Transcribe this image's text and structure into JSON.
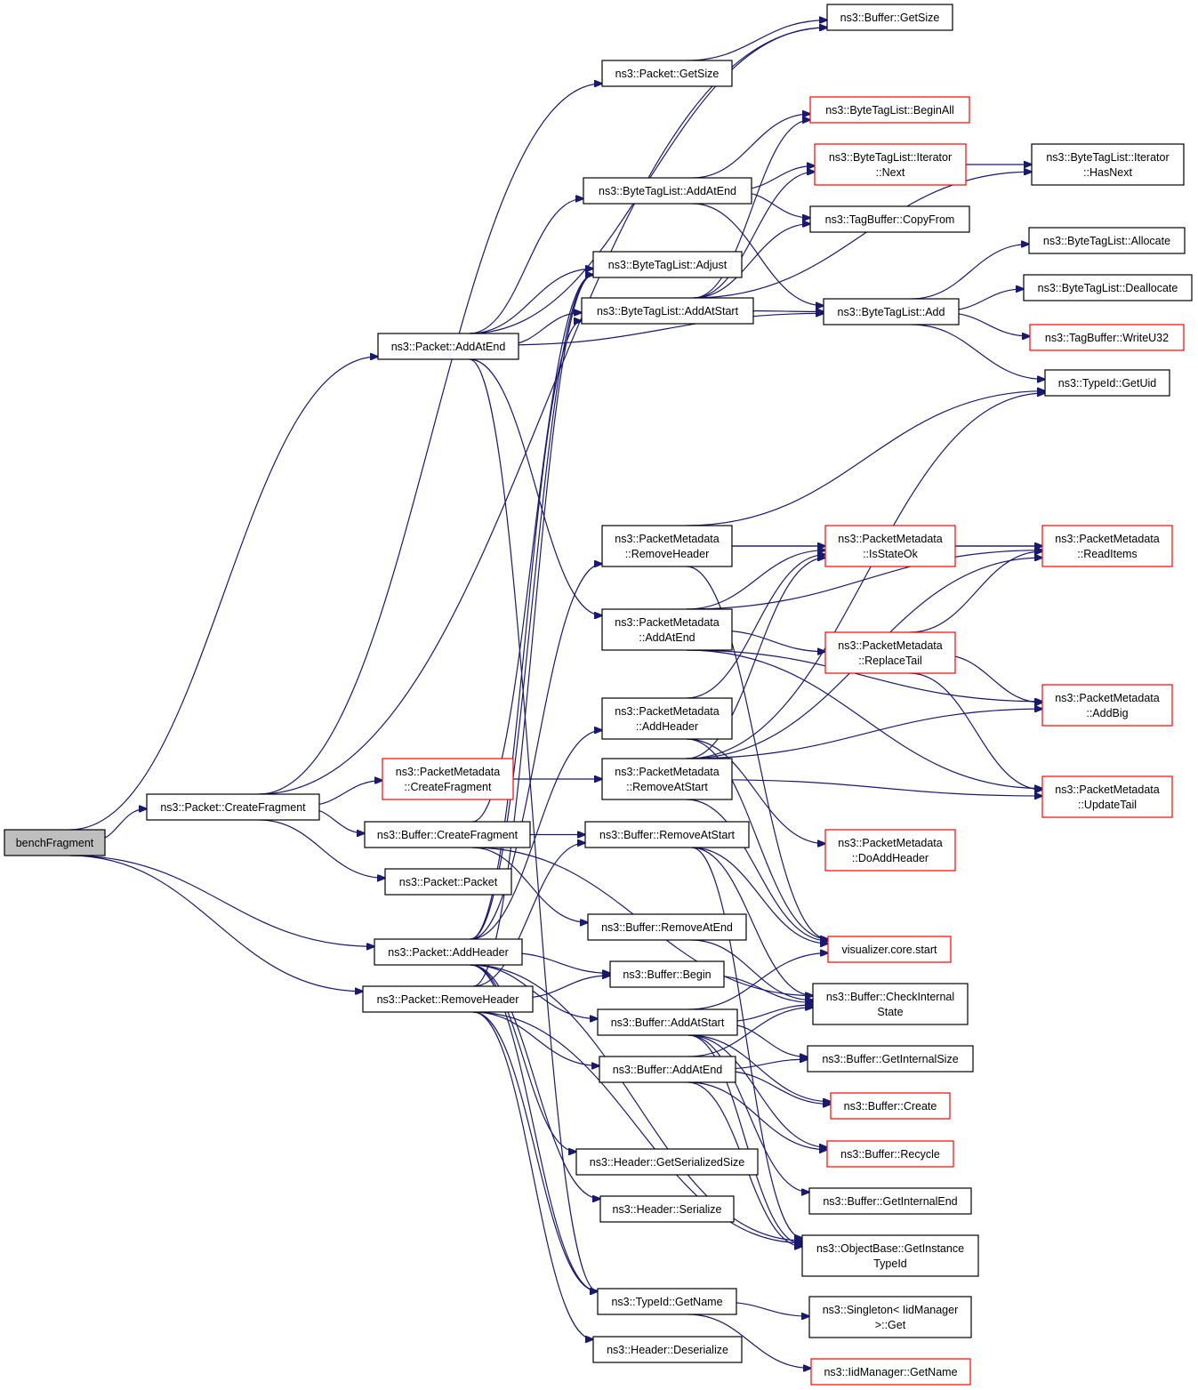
{
  "diagram": {
    "type": "call-graph",
    "colors": {
      "edge": "#191970",
      "truncated_border": "#ff0000",
      "root_fill": "#bfbfbf",
      "border": "#000000"
    },
    "nodes": [
      {
        "id": "bench",
        "lines": [
          "benchFragment"
        ],
        "root": true
      },
      {
        "id": "pkt_createfrag",
        "lines": [
          "ns3::Packet::CreateFragment"
        ]
      },
      {
        "id": "pkt_addatend",
        "lines": [
          "ns3::Packet::AddAtEnd"
        ]
      },
      {
        "id": "pkt_addheader",
        "lines": [
          "ns3::Packet::AddHeader"
        ]
      },
      {
        "id": "pkt_removeheader",
        "lines": [
          "ns3::Packet::RemoveHeader"
        ]
      },
      {
        "id": "pkt_getsize",
        "lines": [
          "ns3::Packet::GetSize"
        ]
      },
      {
        "id": "pm_createfrag",
        "lines": [
          "ns3::PacketMetadata",
          "::CreateFragment"
        ],
        "red": true
      },
      {
        "id": "buf_createfrag",
        "lines": [
          "ns3::Buffer::CreateFragment"
        ]
      },
      {
        "id": "pkt_packet",
        "lines": [
          "ns3::Packet::Packet"
        ]
      },
      {
        "id": "buf_getsize",
        "lines": [
          "ns3::Buffer::GetSize"
        ]
      },
      {
        "id": "btl_addatend",
        "lines": [
          "ns3::ByteTagList::AddAtEnd"
        ]
      },
      {
        "id": "btl_adjust",
        "lines": [
          "ns3::ByteTagList::Adjust"
        ]
      },
      {
        "id": "btl_addatstart",
        "lines": [
          "ns3::ByteTagList::AddAtStart"
        ]
      },
      {
        "id": "pm_removeheader",
        "lines": [
          "ns3::PacketMetadata",
          "::RemoveHeader"
        ]
      },
      {
        "id": "pm_addatend",
        "lines": [
          "ns3::PacketMetadata",
          "::AddAtEnd"
        ]
      },
      {
        "id": "pm_addheader",
        "lines": [
          "ns3::PacketMetadata",
          "::AddHeader"
        ]
      },
      {
        "id": "pm_removeatstart",
        "lines": [
          "ns3::PacketMetadata",
          "::RemoveAtStart"
        ]
      },
      {
        "id": "buf_removeatstart",
        "lines": [
          "ns3::Buffer::RemoveAtStart"
        ]
      },
      {
        "id": "buf_removeatend",
        "lines": [
          "ns3::Buffer::RemoveAtEnd"
        ]
      },
      {
        "id": "buf_begin",
        "lines": [
          "ns3::Buffer::Begin"
        ]
      },
      {
        "id": "buf_addatstart",
        "lines": [
          "ns3::Buffer::AddAtStart"
        ]
      },
      {
        "id": "buf_addatend",
        "lines": [
          "ns3::Buffer::AddAtEnd"
        ]
      },
      {
        "id": "hdr_getserialized",
        "lines": [
          "ns3::Header::GetSerializedSize"
        ]
      },
      {
        "id": "hdr_serialize",
        "lines": [
          "ns3::Header::Serialize"
        ]
      },
      {
        "id": "typeid_getname",
        "lines": [
          "ns3::TypeId::GetName"
        ]
      },
      {
        "id": "hdr_deserialize",
        "lines": [
          "ns3::Header::Deserialize"
        ]
      },
      {
        "id": "btl_beginall",
        "lines": [
          "ns3::ByteTagList::BeginAll"
        ],
        "red": true
      },
      {
        "id": "btl_iter_next",
        "lines": [
          "ns3::ByteTagList::Iterator",
          "::Next"
        ],
        "red": true
      },
      {
        "id": "tb_copyfrom",
        "lines": [
          "ns3::TagBuffer::CopyFrom"
        ]
      },
      {
        "id": "btl_add",
        "lines": [
          "ns3::ByteTagList::Add"
        ]
      },
      {
        "id": "pm_isstateok",
        "lines": [
          "ns3::PacketMetadata",
          "::IsStateOk"
        ],
        "red": true
      },
      {
        "id": "pm_replacetail",
        "lines": [
          "ns3::PacketMetadata",
          "::ReplaceTail"
        ],
        "red": true
      },
      {
        "id": "pm_doaddheader",
        "lines": [
          "ns3::PacketMetadata",
          "::DoAddHeader"
        ],
        "red": true
      },
      {
        "id": "viz_start",
        "lines": [
          "visualizer.core.start"
        ],
        "red": true
      },
      {
        "id": "buf_checkinternal",
        "lines": [
          "ns3::Buffer::CheckInternal",
          "State"
        ]
      },
      {
        "id": "buf_getinternalsize",
        "lines": [
          "ns3::Buffer::GetInternalSize"
        ]
      },
      {
        "id": "buf_create",
        "lines": [
          "ns3::Buffer::Create"
        ],
        "red": true
      },
      {
        "id": "buf_recycle",
        "lines": [
          "ns3::Buffer::Recycle"
        ],
        "red": true
      },
      {
        "id": "buf_getinternalend",
        "lines": [
          "ns3::Buffer::GetInternalEnd"
        ]
      },
      {
        "id": "ob_getinstancetypeid",
        "lines": [
          "ns3::ObjectBase::GetInstance",
          "TypeId"
        ]
      },
      {
        "id": "singleton_get",
        "lines": [
          "ns3::Singleton< IidManager",
          ">::Get"
        ]
      },
      {
        "id": "iid_getname",
        "lines": [
          "ns3::IidManager::GetName"
        ],
        "red": true
      },
      {
        "id": "btl_iter_hasnext",
        "lines": [
          "ns3::ByteTagList::Iterator",
          "::HasNext"
        ]
      },
      {
        "id": "btl_allocate",
        "lines": [
          "ns3::ByteTagList::Allocate"
        ]
      },
      {
        "id": "btl_deallocate",
        "lines": [
          "ns3::ByteTagList::Deallocate"
        ]
      },
      {
        "id": "tb_writeu32",
        "lines": [
          "ns3::TagBuffer::WriteU32"
        ],
        "red": true
      },
      {
        "id": "typeid_getuid",
        "lines": [
          "ns3::TypeId::GetUid"
        ]
      },
      {
        "id": "pm_readitems",
        "lines": [
          "ns3::PacketMetadata",
          "::ReadItems"
        ],
        "red": true
      },
      {
        "id": "pm_addbig",
        "lines": [
          "ns3::PacketMetadata",
          "::AddBig"
        ],
        "red": true
      },
      {
        "id": "pm_updatetail",
        "lines": [
          "ns3::PacketMetadata",
          "::UpdateTail"
        ],
        "red": true
      }
    ],
    "edges": [
      [
        "bench",
        "pkt_addatend"
      ],
      [
        "bench",
        "pkt_createfrag"
      ],
      [
        "bench",
        "pkt_addheader"
      ],
      [
        "bench",
        "pkt_removeheader"
      ],
      [
        "pkt_createfrag",
        "buf_getsize"
      ],
      [
        "pkt_createfrag",
        "pkt_getsize"
      ],
      [
        "pkt_createfrag",
        "pm_createfrag"
      ],
      [
        "pkt_createfrag",
        "buf_createfrag"
      ],
      [
        "pkt_createfrag",
        "pkt_packet"
      ],
      [
        "pkt_getsize",
        "buf_getsize"
      ],
      [
        "pkt_addatend",
        "buf_getsize"
      ],
      [
        "pkt_addatend",
        "btl_addatend"
      ],
      [
        "pkt_addatend",
        "btl_adjust"
      ],
      [
        "pkt_addatend",
        "btl_addatstart"
      ],
      [
        "pkt_addatend",
        "btl_add"
      ],
      [
        "pkt_addatend",
        "pm_addatend"
      ],
      [
        "pkt_addatend",
        "typeid_getname"
      ],
      [
        "pm_createfrag",
        "pm_removeatstart"
      ],
      [
        "buf_createfrag",
        "buf_removeatstart"
      ],
      [
        "buf_createfrag",
        "buf_removeatend"
      ],
      [
        "buf_createfrag",
        "buf_checkinternal"
      ],
      [
        "buf_createfrag",
        "btl_adjust"
      ],
      [
        "btl_addatend",
        "btl_beginall"
      ],
      [
        "btl_addatend",
        "btl_iter_next"
      ],
      [
        "btl_addatend",
        "tb_copyfrom"
      ],
      [
        "btl_addatend",
        "btl_add"
      ],
      [
        "btl_addatstart",
        "btl_beginall"
      ],
      [
        "btl_addatstart",
        "btl_iter_next"
      ],
      [
        "btl_addatstart",
        "tb_copyfrom"
      ],
      [
        "btl_addatstart",
        "btl_add"
      ],
      [
        "btl_addatstart",
        "btl_iter_hasnext"
      ],
      [
        "btl_iter_next",
        "btl_iter_hasnext"
      ],
      [
        "btl_add",
        "btl_allocate"
      ],
      [
        "btl_add",
        "btl_deallocate"
      ],
      [
        "btl_add",
        "tb_writeu32"
      ],
      [
        "btl_add",
        "typeid_getuid"
      ],
      [
        "pm_removeheader",
        "pm_isstateok"
      ],
      [
        "pm_removeheader",
        "pm_readitems"
      ],
      [
        "pm_removeheader",
        "typeid_getuid"
      ],
      [
        "pm_removeheader",
        "viz_start"
      ],
      [
        "pm_addatend",
        "pm_isstateok"
      ],
      [
        "pm_addatend",
        "pm_readitems"
      ],
      [
        "pm_addatend",
        "pm_replacetail"
      ],
      [
        "pm_addatend",
        "pm_addbig"
      ],
      [
        "pm_addatend",
        "pm_updatetail"
      ],
      [
        "pm_addheader",
        "pm_isstateok"
      ],
      [
        "pm_addheader",
        "pm_doaddheader"
      ],
      [
        "pm_addheader",
        "viz_start"
      ],
      [
        "pm_removeatstart",
        "pm_isstateok"
      ],
      [
        "pm_removeatstart",
        "pm_readitems"
      ],
      [
        "pm_removeatstart",
        "pm_addbig"
      ],
      [
        "pm_removeatstart",
        "pm_updatetail"
      ],
      [
        "pm_removeatstart",
        "viz_start"
      ],
      [
        "pm_removeatstart",
        "typeid_getuid"
      ],
      [
        "pm_isstateok",
        "pm_readitems"
      ],
      [
        "pm_replacetail",
        "pm_readitems"
      ],
      [
        "pm_replacetail",
        "pm_addbig"
      ],
      [
        "pm_replacetail",
        "pm_updatetail"
      ],
      [
        "pkt_addheader",
        "btl_adjust"
      ],
      [
        "pkt_addheader",
        "btl_addatstart"
      ],
      [
        "pkt_addheader",
        "pm_removeheader"
      ],
      [
        "pkt_addheader",
        "pm_addheader"
      ],
      [
        "pkt_addheader",
        "buf_begin"
      ],
      [
        "pkt_addheader",
        "buf_addatstart"
      ],
      [
        "pkt_addheader",
        "hdr_getserialized"
      ],
      [
        "pkt_addheader",
        "hdr_serialize"
      ],
      [
        "pkt_addheader",
        "typeid_getname"
      ],
      [
        "pkt_addheader",
        "ob_getinstancetypeid"
      ],
      [
        "pkt_removeheader",
        "btl_adjust"
      ],
      [
        "pkt_removeheader",
        "buf_removeatstart"
      ],
      [
        "pkt_removeheader",
        "buf_begin"
      ],
      [
        "pkt_removeheader",
        "buf_addatend"
      ],
      [
        "pkt_removeheader",
        "typeid_getname"
      ],
      [
        "pkt_removeheader",
        "hdr_deserialize"
      ],
      [
        "pkt_removeheader",
        "ob_getinstancetypeid"
      ],
      [
        "buf_removeatstart",
        "buf_checkinternal"
      ],
      [
        "buf_removeatstart",
        "viz_start"
      ],
      [
        "buf_removeatstart",
        "ob_getinstancetypeid"
      ],
      [
        "buf_removeatend",
        "buf_checkinternal"
      ],
      [
        "buf_begin",
        "buf_checkinternal"
      ],
      [
        "buf_addatstart",
        "buf_checkinternal"
      ],
      [
        "buf_addatstart",
        "viz_start"
      ],
      [
        "buf_addatstart",
        "buf_getinternalsize"
      ],
      [
        "buf_addatstart",
        "buf_create"
      ],
      [
        "buf_addatstart",
        "buf_recycle"
      ],
      [
        "buf_addatstart",
        "buf_getinternalend"
      ],
      [
        "buf_addatstart",
        "ob_getinstancetypeid"
      ],
      [
        "buf_addatend",
        "buf_checkinternal"
      ],
      [
        "buf_addatend",
        "buf_getinternalsize"
      ],
      [
        "buf_addatend",
        "buf_create"
      ],
      [
        "buf_addatend",
        "buf_recycle"
      ],
      [
        "buf_addatend",
        "ob_getinstancetypeid"
      ],
      [
        "typeid_getname",
        "singleton_get"
      ],
      [
        "typeid_getname",
        "iid_getname"
      ]
    ]
  }
}
